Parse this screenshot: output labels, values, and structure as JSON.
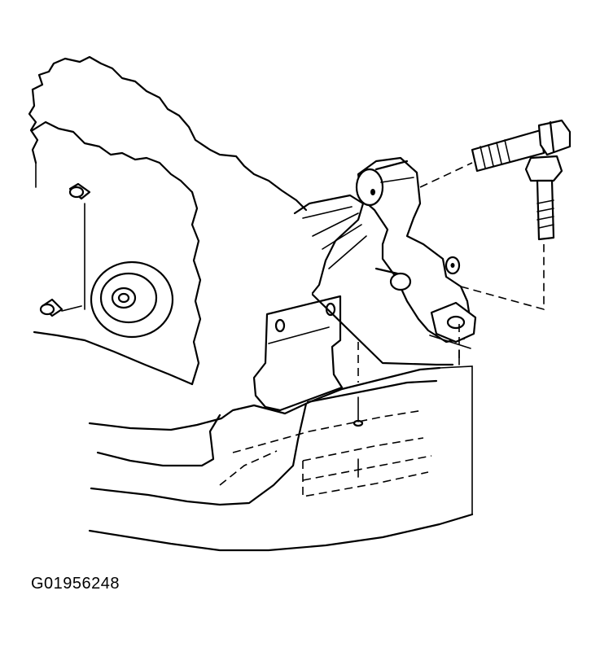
{
  "figure": {
    "id": "G01956248",
    "icons": [
      "engine-block",
      "mount-bracket",
      "bolt",
      "frame-rail"
    ]
  }
}
